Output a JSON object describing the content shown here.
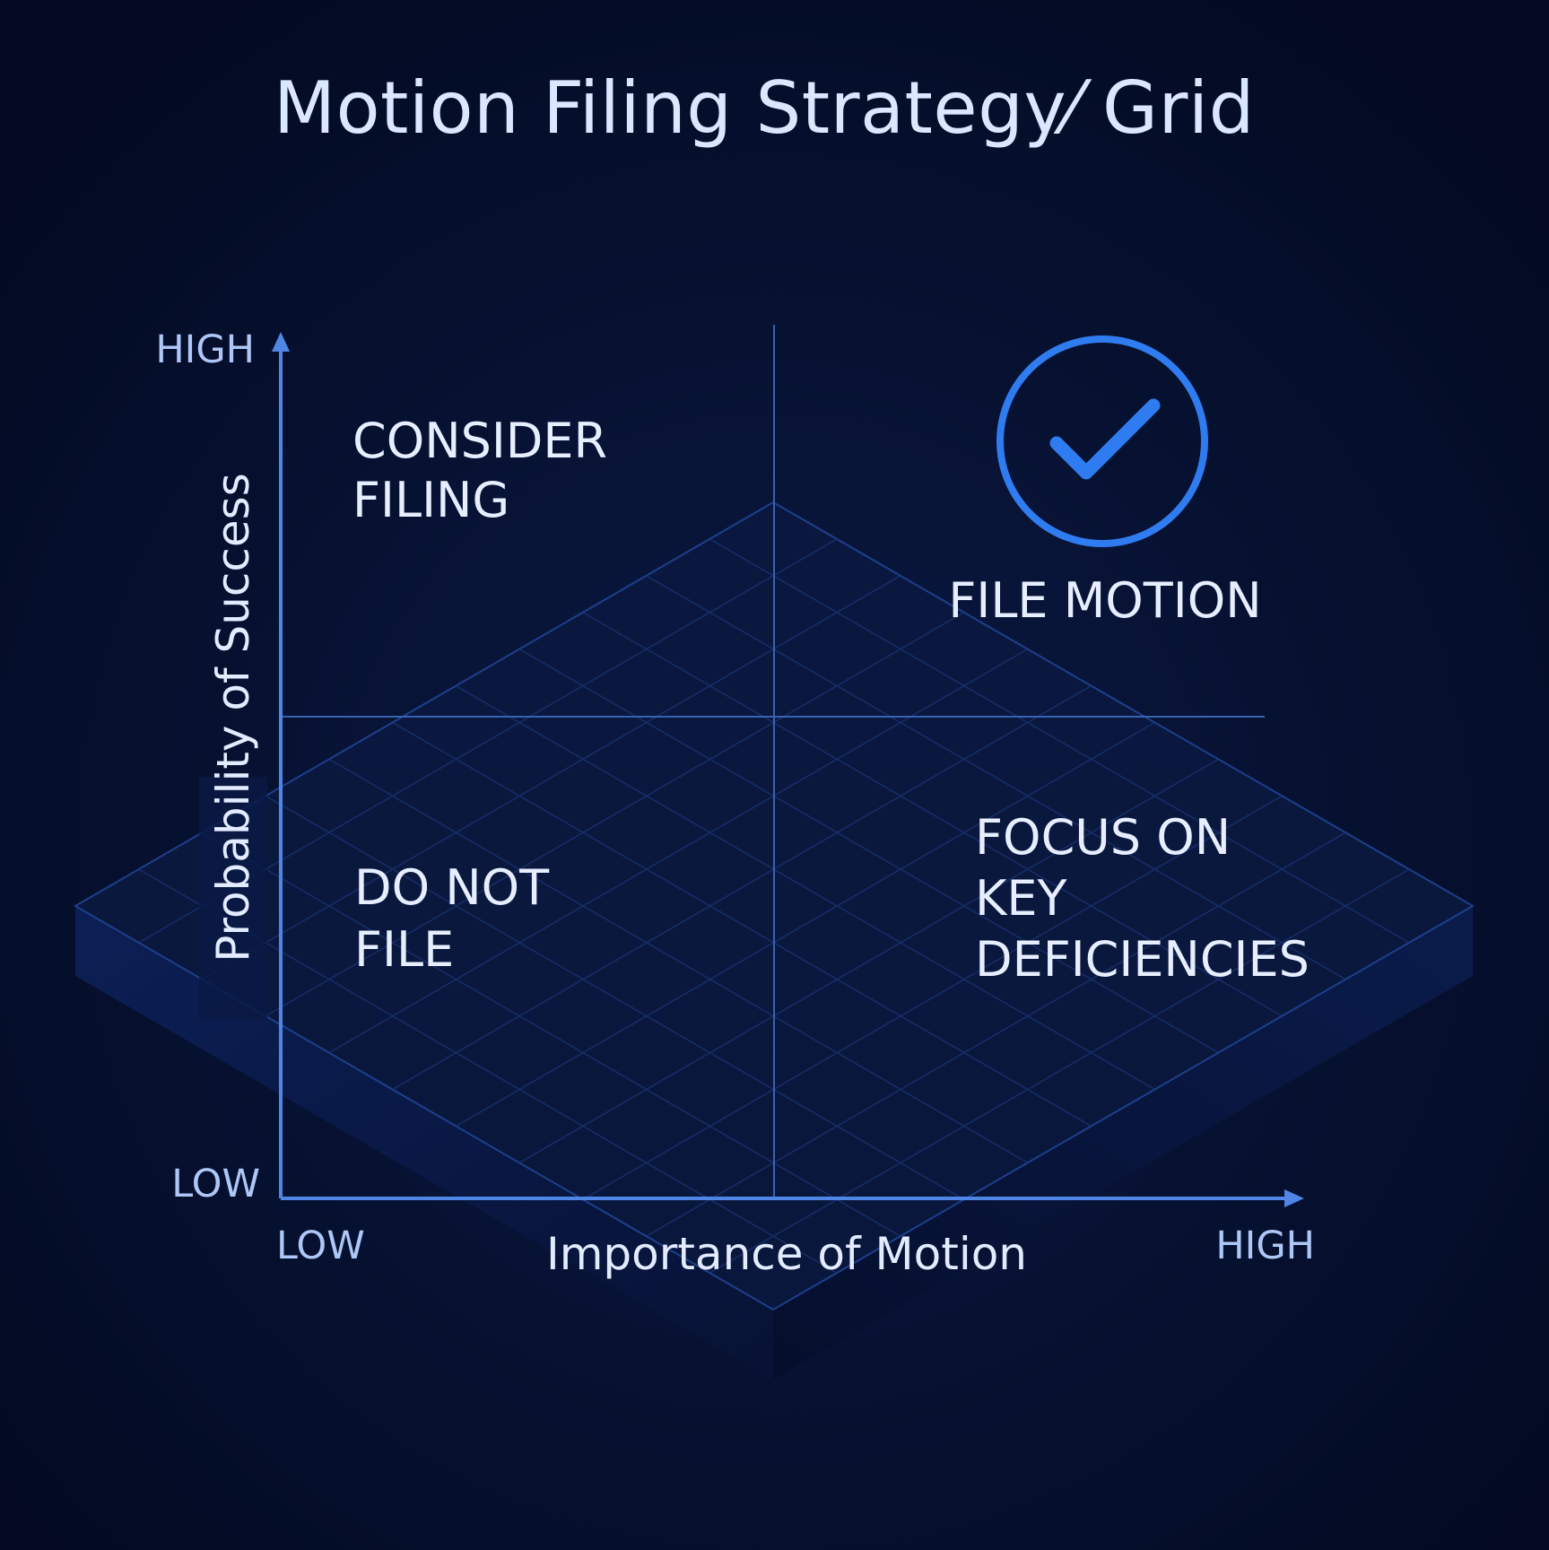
{
  "title": "Motion Filing Strategy⁄ Grid",
  "axes": {
    "y_label": "Probability  of Success",
    "y_high": "HIGH",
    "y_low": "LOW",
    "x_label": "Importance of Motion",
    "x_low": "LOW",
    "x_high": "HIGH"
  },
  "quadrants": {
    "top_left": [
      "CONSIDER",
      "FILING"
    ],
    "top_right": [
      "FILE MOTION"
    ],
    "bottom_left": [
      "DO NOT",
      "FILE"
    ],
    "bottom_right": [
      "FOCUS ON",
      "KEY",
      "DEFICIENCIES"
    ]
  },
  "icons": {
    "top_right": "check-circle-icon"
  },
  "colors": {
    "background": "#030a22",
    "accent": "#2f7cf0",
    "axis": "#4f86e6",
    "text": "#e6eeff"
  }
}
